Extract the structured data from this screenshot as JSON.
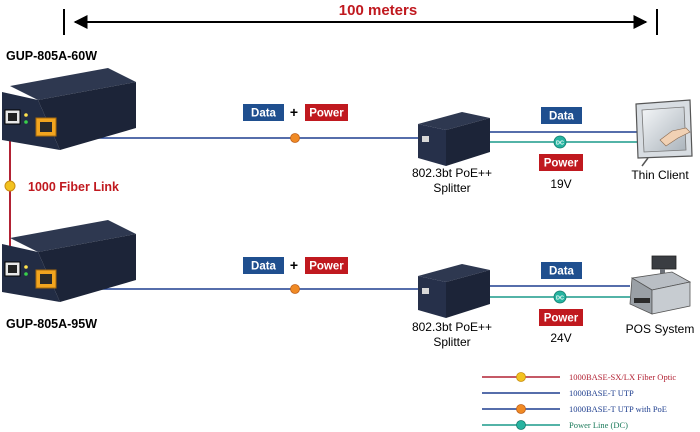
{
  "distance": {
    "label": "100 meters"
  },
  "devices": {
    "top_switch": {
      "model": "GUP-805A-60W"
    },
    "bottom_switch": {
      "model": "GUP-805A-95W"
    },
    "top_splitter": {
      "label_line1": "802.3bt PoE++",
      "label_line2": "Splitter",
      "voltage": "19V"
    },
    "bottom_splitter": {
      "label_line1": "802.3bt PoE++",
      "label_line2": "Splitter",
      "voltage": "24V"
    },
    "thin_client": {
      "label": "Thin Client"
    },
    "pos_system": {
      "label": "POS System"
    }
  },
  "fiber_link": {
    "label": "1000 Fiber Link"
  },
  "tags": {
    "data": "Data",
    "plus": "+",
    "power": "Power",
    "dc": "DC"
  },
  "legend": [
    {
      "label": "1000BASE-SX/LX Fiber Optic",
      "color": "#b22234",
      "marker": "fiber"
    },
    {
      "label": "1000BASE-T UTP",
      "color": "#1f3f8f",
      "marker": "none"
    },
    {
      "label": "1000BASE-T UTP with PoE",
      "color": "#1f3f8f",
      "marker": "poe"
    },
    {
      "label": "Power Line (DC)",
      "color": "#1a9a8a",
      "marker": "dc"
    }
  ],
  "colors": {
    "utp": "#1f3f8f",
    "dc_line": "#1a9a8a",
    "fiber": "#b22234",
    "data_tag": "#1f4f8f",
    "power_tag": "#c0191f",
    "device_body": "#1c2438",
    "port_orange": "#f2a51f"
  }
}
